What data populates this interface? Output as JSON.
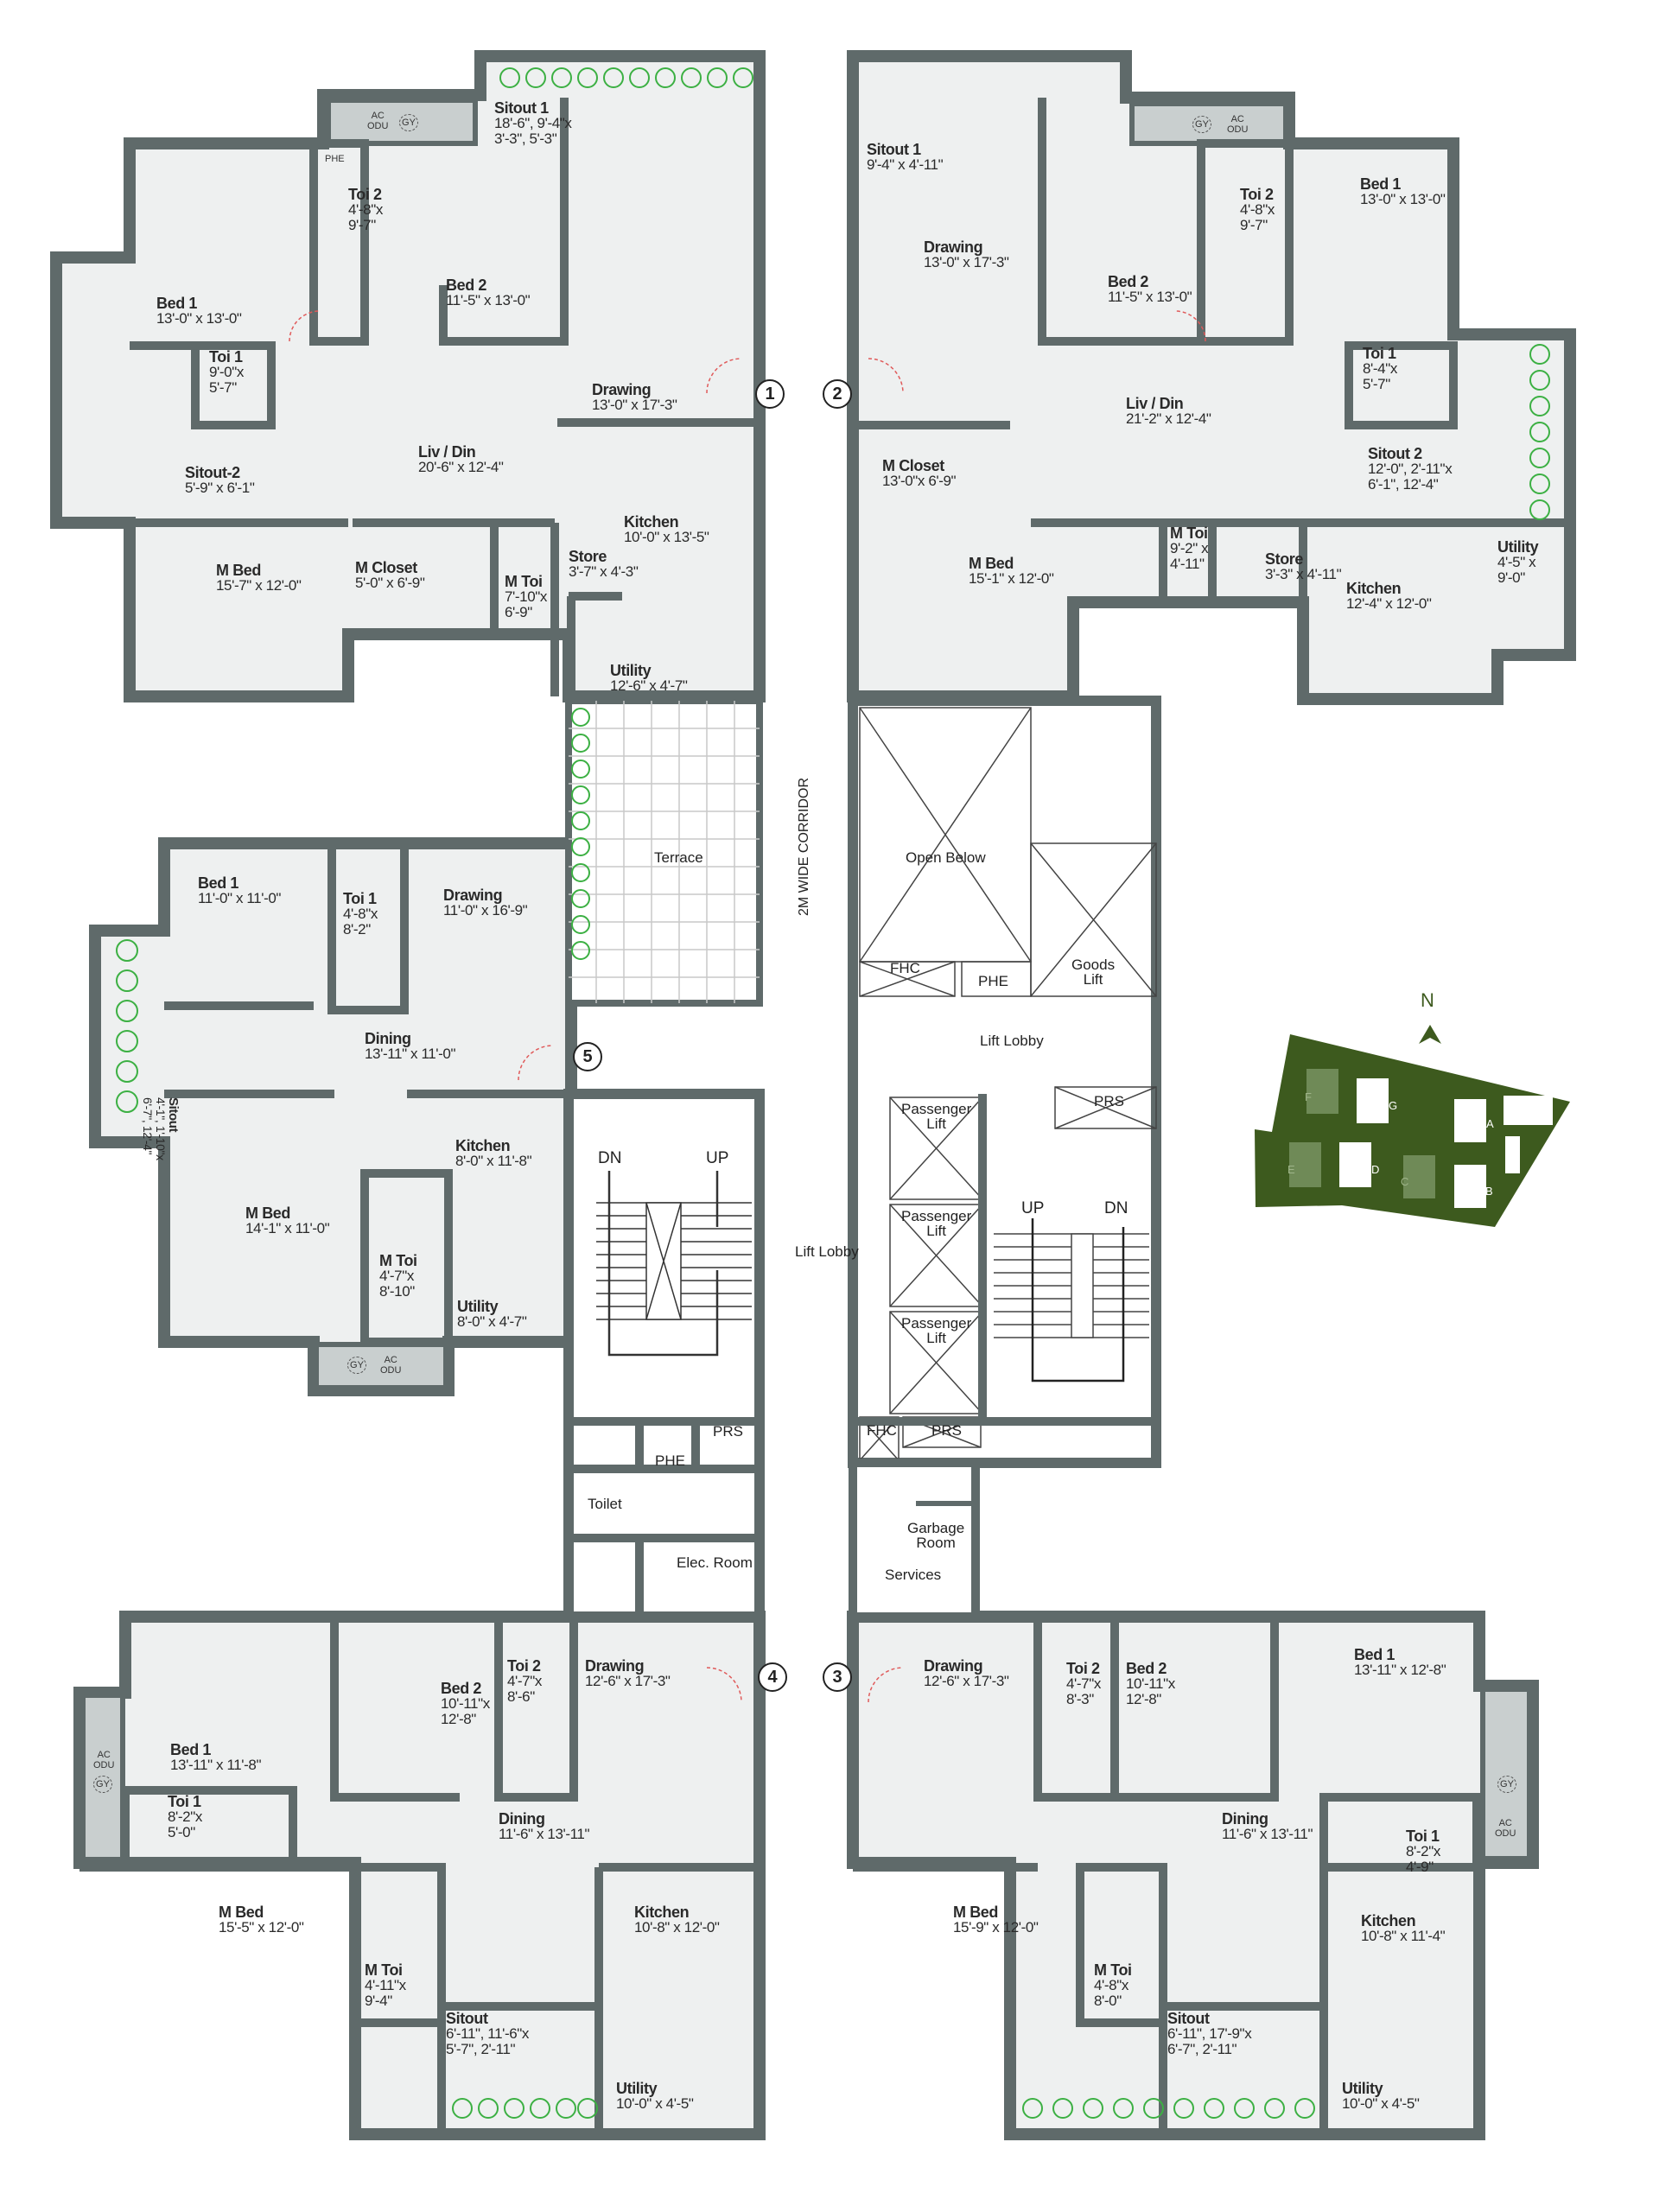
{
  "colors": {
    "wall": "#5f6a6a",
    "floor": "#eef0f0",
    "shaft": "#c9cfcf",
    "planter": "#3cb043",
    "site": "#3d5a1e",
    "site_faded": "#6f8a57"
  },
  "u1": {
    "number": "1",
    "sitout1": {
      "name": "Sitout 1",
      "dims": "18'-6\", 9'-4\"x\n3'-3\", 5'-3\""
    },
    "toi2": {
      "name": "Toi 2",
      "dims": "4'-8\"x\n9'-7\""
    },
    "bed2": {
      "name": "Bed 2",
      "dims": "11'-5\" x 13'-0\""
    },
    "bed1": {
      "name": "Bed 1",
      "dims": "13'-0\" x 13'-0\""
    },
    "toi1": {
      "name": "Toi 1",
      "dims": "9'-0\"x\n5'-7\""
    },
    "drawing": {
      "name": "Drawing",
      "dims": "13'-0\" x 17'-3\""
    },
    "livdin": {
      "name": "Liv / Din",
      "dims": "20'-6\" x 12'-4\""
    },
    "sitout2": {
      "name": "Sitout-2",
      "dims": "5'-9\" x 6'-1\""
    },
    "mbed": {
      "name": "M Bed",
      "dims": "15'-7\" x 12'-0\""
    },
    "mcloset": {
      "name": "M Closet",
      "dims": "5'-0\" x 6'-9\""
    },
    "mtoi": {
      "name": "M Toi",
      "dims": "7'-10\"x\n6'-9\""
    },
    "store": {
      "name": "Store",
      "dims": "3'-7\" x 4'-3\""
    },
    "kitchen": {
      "name": "Kitchen",
      "dims": "10'-0\" x 13'-5\""
    },
    "utility": {
      "name": "Utility",
      "dims": "12'-6\" x 4'-7\""
    }
  },
  "u2": {
    "number": "2",
    "sitout1": {
      "name": "Sitout 1",
      "dims": "9'-4\" x 4'-11\""
    },
    "drawing": {
      "name": "Drawing",
      "dims": "13'-0\" x 17'-3\""
    },
    "bed2": {
      "name": "Bed 2",
      "dims": "11'-5\" x 13'-0\""
    },
    "toi2": {
      "name": "Toi 2",
      "dims": "4'-8\"x\n9'-7\""
    },
    "bed1": {
      "name": "Bed 1",
      "dims": "13'-0\" x 13'-0\""
    },
    "toi1": {
      "name": "Toi 1",
      "dims": "8'-4\"x\n5'-7\""
    },
    "livdin": {
      "name": "Liv / Din",
      "dims": "21'-2\" x 12'-4\""
    },
    "mcloset": {
      "name": "M Closet",
      "dims": "13'-0\"x 6'-9\""
    },
    "sitout2": {
      "name": "Sitout 2",
      "dims": "12'-0\", 2'-11\"x\n6'-1\", 12'-4\""
    },
    "mbed": {
      "name": "M Bed",
      "dims": "15'-1\" x 12'-0\""
    },
    "mtoi": {
      "name": "M Toi",
      "dims": "9'-2\" x\n4'-11\""
    },
    "store": {
      "name": "Store",
      "dims": "3'-3\" x 4'-11\""
    },
    "kitchen": {
      "name": "Kitchen",
      "dims": "12'-4\" x 12'-0\""
    },
    "utility": {
      "name": "Utility",
      "dims": "4'-5\" x\n9'-0\""
    }
  },
  "u5": {
    "number": "5",
    "bed1": {
      "name": "Bed 1",
      "dims": "11'-0\" x 11'-0\""
    },
    "toi1": {
      "name": "Toi 1",
      "dims": "4'-8\"x\n8'-2\""
    },
    "drawing": {
      "name": "Drawing",
      "dims": "11'-0\" x 16'-9\""
    },
    "sitout": {
      "name": "Sitout",
      "dims": "4'-1\", 1'-10\"x\n6'-7\", 12'-4\""
    },
    "dining": {
      "name": "Dining",
      "dims": "13'-11\" x 11'-0\""
    },
    "kitchen": {
      "name": "Kitchen",
      "dims": "8'-0\" x 11'-8\""
    },
    "mbed": {
      "name": "M Bed",
      "dims": "14'-1\" x 11'-0\""
    },
    "mtoi": {
      "name": "M Toi",
      "dims": "4'-7\"x\n8'-10\""
    },
    "utility": {
      "name": "Utility",
      "dims": "8'-0\" x 4'-7\""
    }
  },
  "u4": {
    "number": "4",
    "drawing": {
      "name": "Drawing",
      "dims": "12'-6\" x 17'-3\""
    },
    "toi2": {
      "name": "Toi 2",
      "dims": "4'-7\"x\n8'-6\""
    },
    "bed2": {
      "name": "Bed 2",
      "dims": "10'-11\"x\n12'-8\""
    },
    "bed1": {
      "name": "Bed 1",
      "dims": "13'-11\" x 11'-8\""
    },
    "toi1": {
      "name": "Toi 1",
      "dims": "8'-2\"x\n5'-0\""
    },
    "dining": {
      "name": "Dining",
      "dims": "11'-6\" x 13'-11\""
    },
    "mbed": {
      "name": "M Bed",
      "dims": "15'-5\" x 12'-0\""
    },
    "kitchen": {
      "name": "Kitchen",
      "dims": "10'-8\" x 12'-0\""
    },
    "mtoi": {
      "name": "M Toi",
      "dims": "4'-11\"x\n9'-4\""
    },
    "sitout": {
      "name": "Sitout",
      "dims": "6'-11\", 11'-6\"x\n5'-7\", 2'-11\""
    },
    "utility": {
      "name": "Utility",
      "dims": "10'-0\" x 4'-5\""
    }
  },
  "u3": {
    "number": "3",
    "drawing": {
      "name": "Drawing",
      "dims": "12'-6\" x 17'-3\""
    },
    "toi2": {
      "name": "Toi 2",
      "dims": "4'-7\"x\n8'-3\""
    },
    "bed2": {
      "name": "Bed 2",
      "dims": "10'-11\"x\n12'-8\""
    },
    "bed1": {
      "name": "Bed 1",
      "dims": "13'-11\" x 12'-8\""
    },
    "dining": {
      "name": "Dining",
      "dims": "11'-6\" x 13'-11\""
    },
    "toi1": {
      "name": "Toi 1",
      "dims": "8'-2\"x\n4'-9\""
    },
    "mbed": {
      "name": "M Bed",
      "dims": "15'-9\" x 12'-0\""
    },
    "kitchen": {
      "name": "Kitchen",
      "dims": "10'-8\" x 11'-4\""
    },
    "mtoi": {
      "name": "M Toi",
      "dims": "4'-8\"x\n8'-0\""
    },
    "sitout": {
      "name": "Sitout",
      "dims": "6'-11\", 17'-9\"x\n6'-7\", 2'-11\""
    },
    "utility": {
      "name": "Utility",
      "dims": "10'-0\" x 4'-5\""
    }
  },
  "tags": {
    "ac": "AC",
    "odu": "ODU",
    "gy": "GY",
    "phe": "PHE",
    "prs": "PRS",
    "fhc": "FHC"
  },
  "core": {
    "terrace": "Terrace",
    "corridor": "2M WIDE CORRIDOR",
    "open_below": "Open Below",
    "goods_lift": "Goods\nLift",
    "lift_lobby_top": "Lift Lobby",
    "lift_lobby_center": "Lift Lobby",
    "passenger_lift": "Passenger\nLift",
    "up": "UP",
    "dn": "DN",
    "toilet": "Toilet",
    "elec_room": "Elec. Room",
    "garbage_room": "Garbage\nRoom",
    "services": "Services"
  },
  "key_plan": {
    "north": "N",
    "towers": [
      "A",
      "B",
      "C",
      "D",
      "E",
      "F",
      "G"
    ]
  }
}
